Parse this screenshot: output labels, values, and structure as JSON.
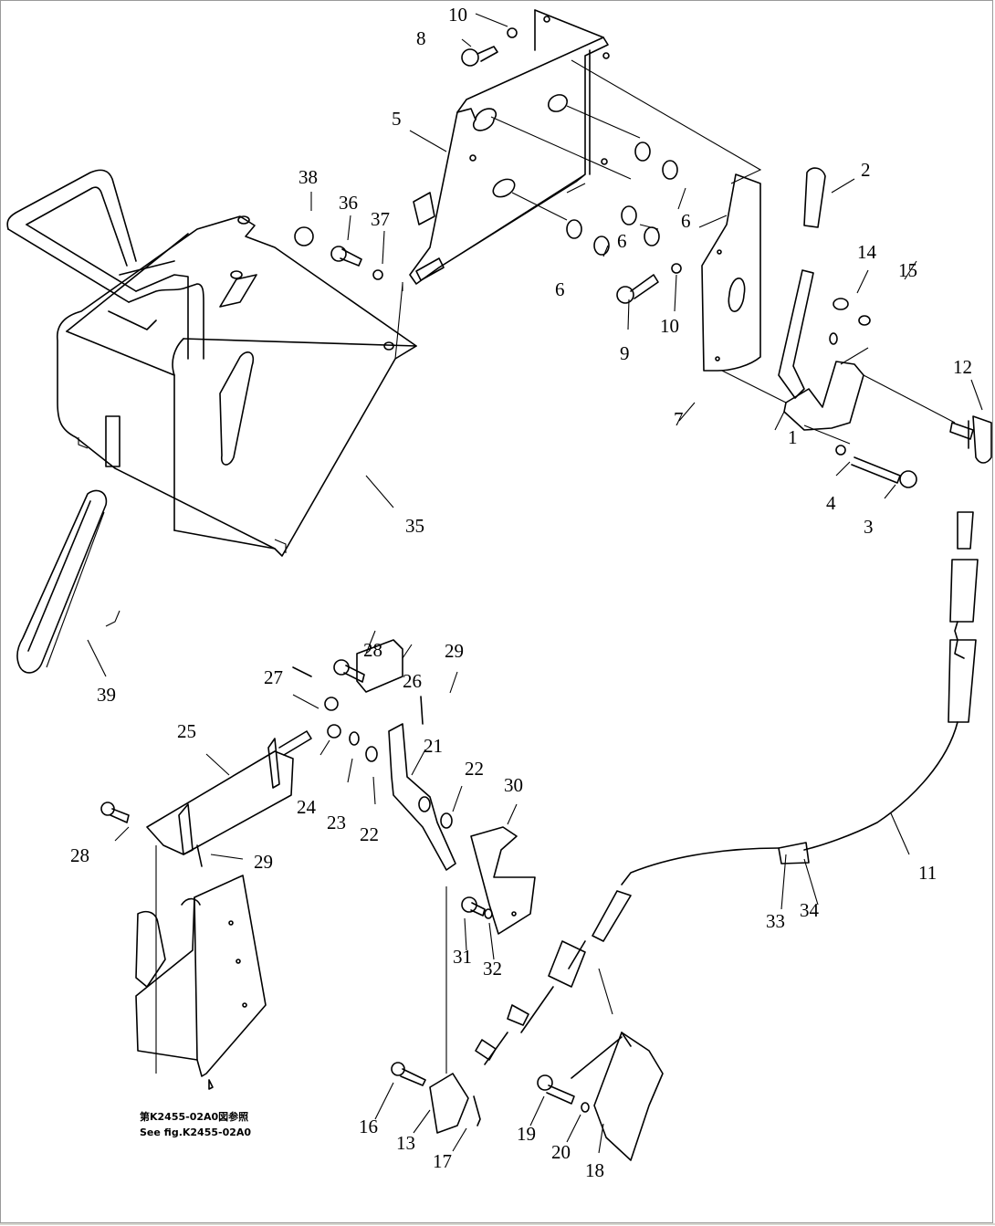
{
  "diagram": {
    "type": "exploded-parts-diagram",
    "reference_note": {
      "line1": "第K2455-02A0図参照",
      "line2": "See fig.K2455-02A0"
    },
    "callouts": [
      {
        "id": "1",
        "label": "1"
      },
      {
        "id": "2",
        "label": "2"
      },
      {
        "id": "3",
        "label": "3"
      },
      {
        "id": "4",
        "label": "4"
      },
      {
        "id": "5",
        "label": "5"
      },
      {
        "id": "6a",
        "label": "6"
      },
      {
        "id": "6b",
        "label": "6"
      },
      {
        "id": "6c",
        "label": "6"
      },
      {
        "id": "7",
        "label": "7"
      },
      {
        "id": "8",
        "label": "8"
      },
      {
        "id": "9",
        "label": "9"
      },
      {
        "id": "10a",
        "label": "10"
      },
      {
        "id": "10b",
        "label": "10"
      },
      {
        "id": "11",
        "label": "11"
      },
      {
        "id": "12",
        "label": "12"
      },
      {
        "id": "13",
        "label": "13"
      },
      {
        "id": "14",
        "label": "14"
      },
      {
        "id": "15",
        "label": "15"
      },
      {
        "id": "16",
        "label": "16"
      },
      {
        "id": "17",
        "label": "17"
      },
      {
        "id": "18",
        "label": "18"
      },
      {
        "id": "19",
        "label": "19"
      },
      {
        "id": "20",
        "label": "20"
      },
      {
        "id": "21",
        "label": "21"
      },
      {
        "id": "22a",
        "label": "22"
      },
      {
        "id": "22b",
        "label": "22"
      },
      {
        "id": "23",
        "label": "23"
      },
      {
        "id": "24",
        "label": "24"
      },
      {
        "id": "25",
        "label": "25"
      },
      {
        "id": "26",
        "label": "26"
      },
      {
        "id": "27",
        "label": "27"
      },
      {
        "id": "28a",
        "label": "28"
      },
      {
        "id": "28b",
        "label": "28"
      },
      {
        "id": "29a",
        "label": "29"
      },
      {
        "id": "29b",
        "label": "29"
      },
      {
        "id": "30",
        "label": "30"
      },
      {
        "id": "31",
        "label": "31"
      },
      {
        "id": "32",
        "label": "32"
      },
      {
        "id": "33",
        "label": "33"
      },
      {
        "id": "34",
        "label": "34"
      },
      {
        "id": "35",
        "label": "35"
      },
      {
        "id": "36",
        "label": "36"
      },
      {
        "id": "37",
        "label": "37"
      },
      {
        "id": "38",
        "label": "38"
      },
      {
        "id": "39",
        "label": "39"
      }
    ]
  }
}
